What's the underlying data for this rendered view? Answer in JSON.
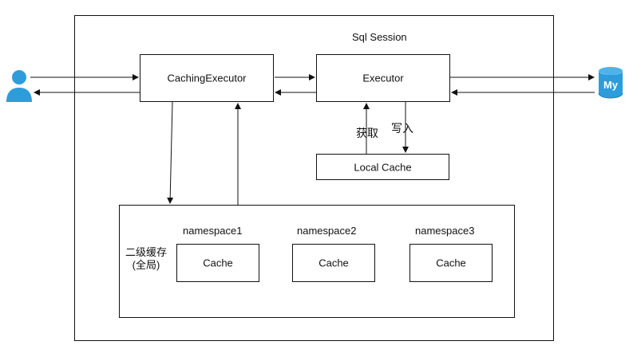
{
  "diagram": {
    "sql_session_label": "Sql Session",
    "caching_executor_label": "CachingExecutor",
    "executor_label": "Executor",
    "fetch_label": "获取",
    "write_label": "写入",
    "local_cache_label": "Local Cache",
    "l2_cache_caption_line1": "二级缓存",
    "l2_cache_caption_line2": "(全局)",
    "namespaces": [
      {
        "name": "namespace1",
        "cache_label": "Cache"
      },
      {
        "name": "namespace2",
        "cache_label": "Cache"
      },
      {
        "name": "namespace3",
        "cache_label": "Cache"
      }
    ],
    "db_icon_text": "My"
  },
  "colors": {
    "stroke": "#111111",
    "icon_blue": "#2d9cdb",
    "icon_blue_dark": "#1f86c6"
  },
  "icons": {
    "user": "user-icon",
    "database": "database-icon"
  }
}
